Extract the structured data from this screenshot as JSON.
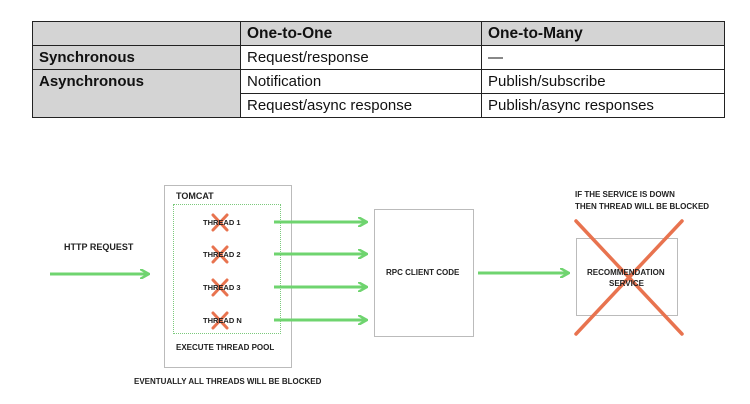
{
  "table": {
    "header": [
      "",
      "One-to-One",
      "One-to-Many"
    ],
    "rows": [
      [
        "Synchronous",
        "Request/response",
        "—"
      ],
      [
        "Asynchronous",
        "Notification",
        "Publish/subscribe"
      ],
      [
        "",
        "Request/async response",
        "Publish/async responses"
      ]
    ]
  },
  "diagram": {
    "http_request": "HTTP REQUEST",
    "tomcat": "TOMCAT",
    "threads": [
      "THREAD 1",
      "THREAD 2",
      "THREAD 3",
      "THREAD N"
    ],
    "pool": "EXECUTE THREAD POOL",
    "rpc": "RPC CLIENT CODE",
    "service_line1": "RECOMMENDATION",
    "service_line2": "SERVICE",
    "note_line1": "IF THE SERVICE IS DOWN",
    "note_line2": "THEN THREAD WILL BE BLOCKED",
    "footer": "EVENTUALLY ALL THREADS WILL BE BLOCKED"
  },
  "colors": {
    "arrow": "#6fd46f",
    "cross": "#e8734f",
    "header_bg": "#d4d4d4"
  }
}
